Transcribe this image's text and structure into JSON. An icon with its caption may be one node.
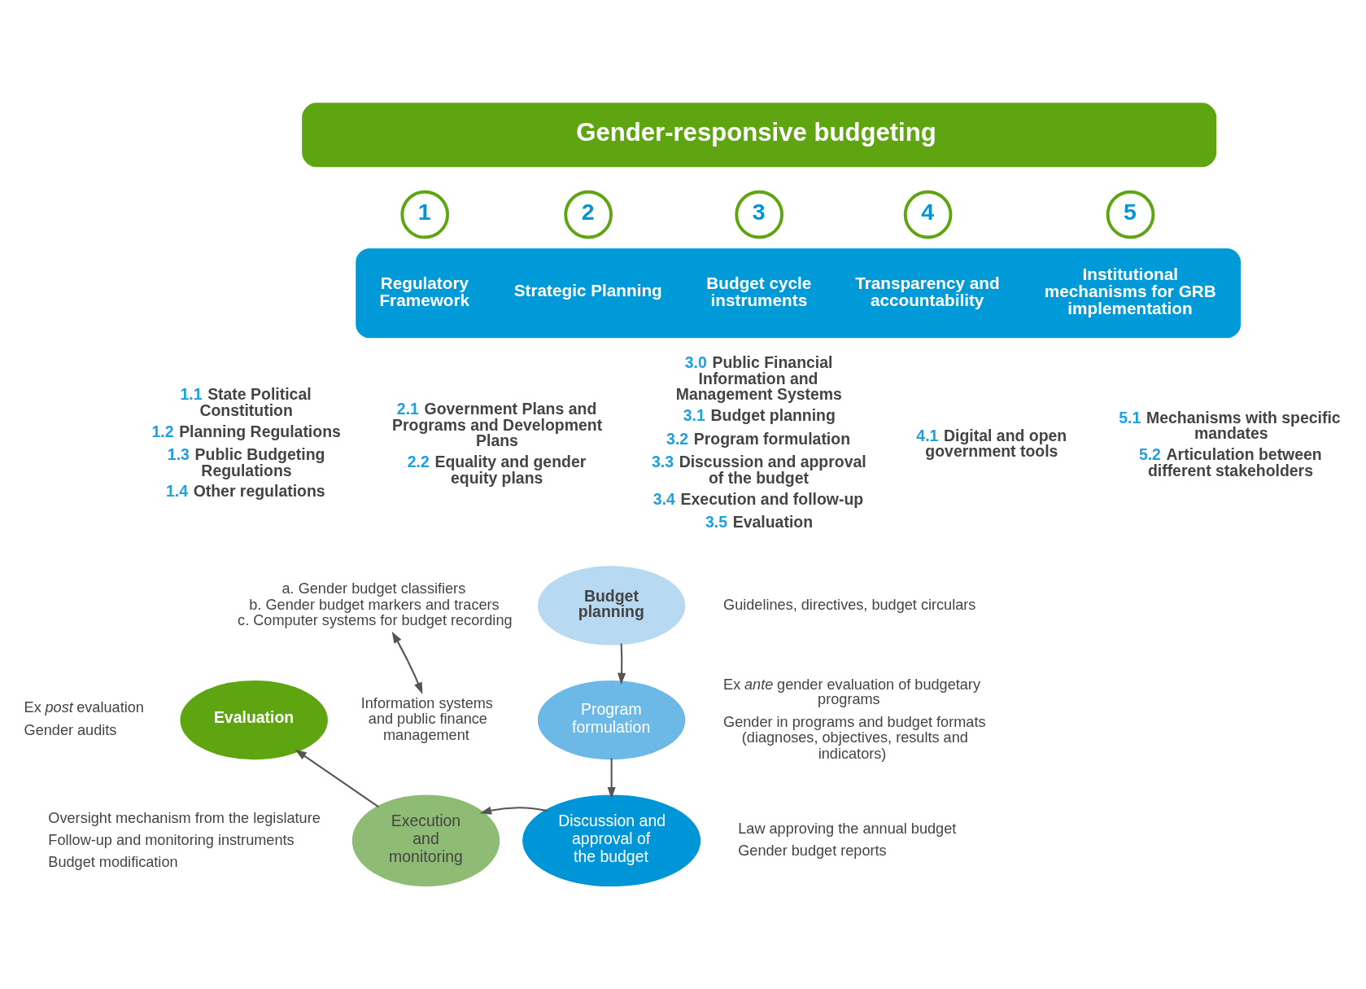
{
  "diagram": {
    "nodes": [
      {
        "text": [
          "Gender-responsive budgeting"
        ]
      },
      {
        "text": [],
        "shape": "band"
      },
      {
        "text": [
          "1"
        ]
      },
      {
        "text": [
          "2"
        ]
      },
      {
        "text": [
          "3"
        ]
      },
      {
        "text": [
          "4"
        ]
      },
      {
        "text": [
          "5"
        ]
      },
      {
        "text": [
          "Regulatory Framework"
        ],
        "in": 1
      },
      {
        "text": [
          "Strategic Planning"
        ],
        "in": 1
      },
      {
        "text": [
          "Budget cycle instruments"
        ],
        "in": 1
      },
      {
        "text": [
          "Transparency and accountability"
        ],
        "in": 1
      },
      {
        "text": [
          "Institutional mechanisms for GRB implementation"
        ],
        "in": 1
      },
      {
        "text": [
          "a. Gender budget classifiers",
          "b. Gender budget markers and tracers",
          "c. Computer systems for budget recording"
        ]
      },
      {
        "text": [
          "Budget planning"
        ],
        "beside": [
          "Guidelines, directives, budget circulars"
        ]
      },
      {
        "text": [
          "Evaluation"
        ],
        "beside": [
          "Ex *post* evaluation",
          "Gender audits"
        ]
      },
      {
        "text": [
          "Information systems and public finance management"
        ]
      },
      {
        "text": [
          "Program formulation"
        ],
        "beside": [
          "Ex *ante* gender evaluation of budgetary programs",
          "Gender in programs and budget formats (diagnoses, objectives, results and indicators)"
        ]
      },
      {
        "text": [
          "Execution and monitoring"
        ],
        "beside": [
          "Oversight mechanism from the legislature",
          "Follow-up and monitoring instruments",
          "Budget modification"
        ]
      },
      {
        "text": [
          "Discussion and approval of the budget"
        ],
        "beside": [
          "Law approving the annual budget",
          "Gender budget reports"
        ]
      }
    ],
    "edges": [
      {
        "from": 15,
        "to": 12,
        "arrow": "both"
      },
      {
        "from": 13,
        "to": 16,
        "arrow": "to"
      },
      {
        "from": 16,
        "to": 18,
        "arrow": "to"
      },
      {
        "from": 18,
        "to": 17,
        "arrow": "to"
      },
      {
        "from": 17,
        "to": 14,
        "arrow": "to"
      }
    ],
    "labels": [
      "1.1 State Political Constitution",
      "1.2 Planning Regulations",
      "1.3 Public Budgeting Regulations",
      "1.4 Other regulations",
      "2.1 Government Plans and Programs and Development Plans",
      "2.2 Equality and gender equity plans",
      "3.0 Public Financial Information and Management Systems",
      "3.1 Budget planning",
      "3.2 Program formulation",
      "3.3 Discussion and approval of the budget",
      "3.4 Execution and follow-up",
      "3.5 Evaluation",
      "4.1 Digital and open government tools",
      "5.1 Mechanisms with specific mandates",
      "5.2 Articulation between different stakeholders"
    ]
  }
}
